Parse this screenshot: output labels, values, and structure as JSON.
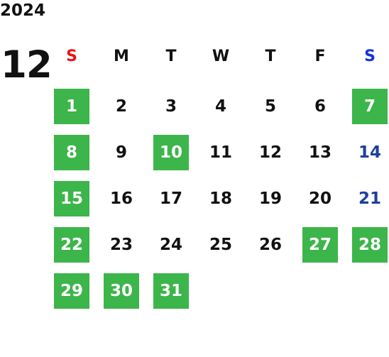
{
  "calendar": {
    "year": "2024",
    "month": "12",
    "weekdays": [
      {
        "label": "S",
        "color": "#ee1111"
      },
      {
        "label": "M",
        "color": "#111111"
      },
      {
        "label": "T",
        "color": "#111111"
      },
      {
        "label": "W",
        "color": "#111111"
      },
      {
        "label": "T",
        "color": "#111111"
      },
      {
        "label": "F",
        "color": "#111111"
      },
      {
        "label": "S",
        "color": "#1133dd"
      }
    ],
    "start_weekday": 0,
    "highlight_color": "#3cb54a",
    "saturday_color": "#1e3f9a",
    "days": [
      {
        "day": "1",
        "highlighted": true
      },
      {
        "day": "2",
        "highlighted": false
      },
      {
        "day": "3",
        "highlighted": false
      },
      {
        "day": "4",
        "highlighted": false
      },
      {
        "day": "5",
        "highlighted": false
      },
      {
        "day": "6",
        "highlighted": false
      },
      {
        "day": "7",
        "highlighted": true
      },
      {
        "day": "8",
        "highlighted": true
      },
      {
        "day": "9",
        "highlighted": false
      },
      {
        "day": "10",
        "highlighted": true
      },
      {
        "day": "11",
        "highlighted": false
      },
      {
        "day": "12",
        "highlighted": false
      },
      {
        "day": "13",
        "highlighted": false
      },
      {
        "day": "14",
        "highlighted": false
      },
      {
        "day": "15",
        "highlighted": true
      },
      {
        "day": "16",
        "highlighted": false
      },
      {
        "day": "17",
        "highlighted": false
      },
      {
        "day": "18",
        "highlighted": false
      },
      {
        "day": "19",
        "highlighted": false
      },
      {
        "day": "20",
        "highlighted": false
      },
      {
        "day": "21",
        "highlighted": false
      },
      {
        "day": "22",
        "highlighted": true
      },
      {
        "day": "23",
        "highlighted": false
      },
      {
        "day": "24",
        "highlighted": false
      },
      {
        "day": "25",
        "highlighted": false
      },
      {
        "day": "26",
        "highlighted": false
      },
      {
        "day": "27",
        "highlighted": true
      },
      {
        "day": "28",
        "highlighted": true
      },
      {
        "day": "29",
        "highlighted": true
      },
      {
        "day": "30",
        "highlighted": true
      },
      {
        "day": "31",
        "highlighted": true
      }
    ]
  }
}
